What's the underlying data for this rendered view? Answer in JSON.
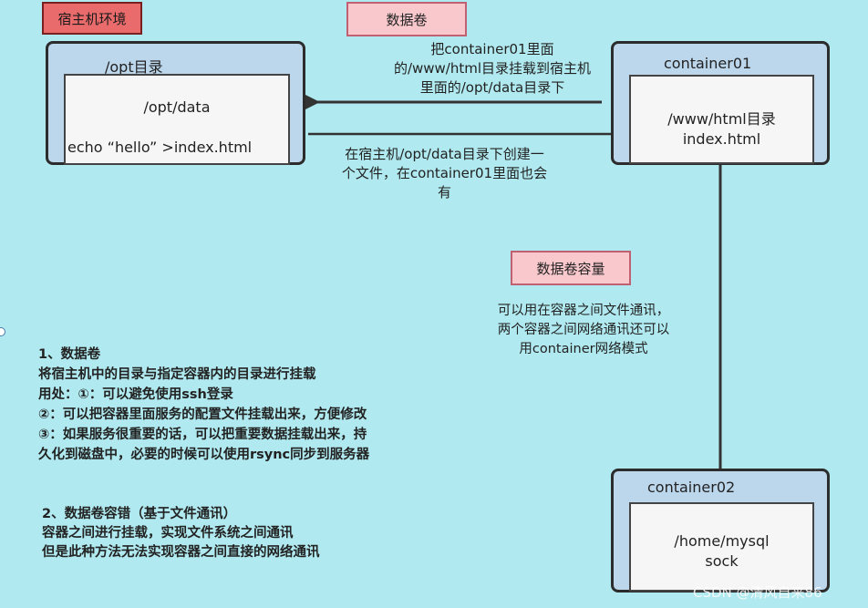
{
  "labels": {
    "host_env": "宿主机环境",
    "data_volume": "数据卷",
    "volume_capacity": "数据卷容量"
  },
  "host_box": {
    "title": "/opt目录",
    "path": "/opt/data",
    "command": "echo “hello” >index.html"
  },
  "container01": {
    "title": "container01",
    "line1": "/www/html目录",
    "line2": "index.html"
  },
  "container02": {
    "title": "container02",
    "line1": "/home/mysql",
    "line2": "sock"
  },
  "arrow_note": [
    "把container01里面",
    "的/www/html目录挂载到宿主机",
    "里面的/opt/data目录下"
  ],
  "create_note": [
    "在宿主机/opt/data目录下创建一",
    "个文件，在container01里面也会",
    "有"
  ],
  "capacity_note": [
    "可以用在容器之间文件通讯，",
    "两个容器之间网络通讯还可以",
    "用container网络模式"
  ],
  "section1": [
    "1、数据卷",
    "将宿主机中的目录与指定容器内的目录进行挂载",
    "用处：①：可以避免使用ssh登录",
    "②：可以把容器里面服务的配置文件挂载出来，方便修改",
    "③：如果服务很重要的话，可以把重要数据挂载出来，持",
    "久化到磁盘中，必要的时候可以使用rsync同步到服务器"
  ],
  "section2": [
    "2、数据卷容错（基于文件通讯）",
    "容器之间进行挂载，实现文件系统之间通讯",
    "但是此种方法无法实现容器之间直接的网络通讯"
  ],
  "watermark": "CSDN @清风自来86",
  "colors": {
    "background": "#b0eaf0",
    "red_label": "#ea6b6b",
    "pink_label": "#f8c8cc",
    "box_outer": "#bcd6ec",
    "box_inner": "#f6f6f6"
  }
}
